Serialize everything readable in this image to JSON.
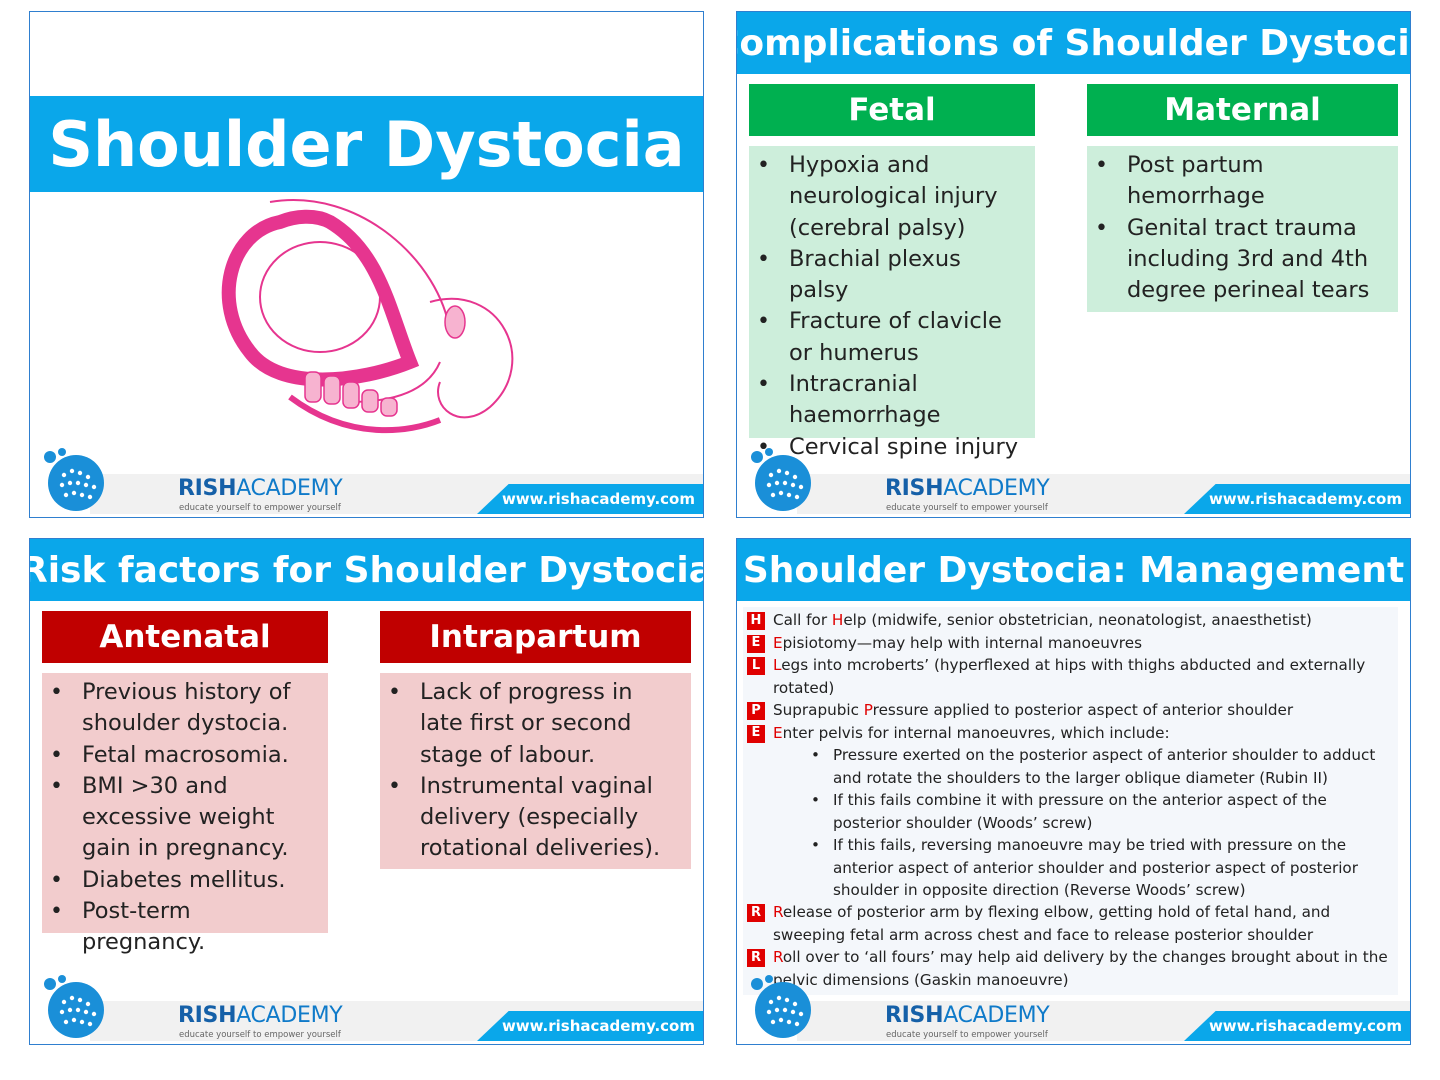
{
  "brand": {
    "name_bold": "RISH",
    "name_light": "ACADEMY",
    "tagline": "educate yourself to empower yourself",
    "url": "www.rishacademy.com"
  },
  "slide1": {
    "title": "Shoulder Dystocia"
  },
  "slide2": {
    "title": "Complications of Shoulder Dystocia",
    "fetal": {
      "heading": "Fetal",
      "items": [
        "Hypoxia and neurological injury (cerebral palsy)",
        "Brachial plexus palsy",
        "Fracture of clavicle or humerus",
        "Intracranial haemorrhage",
        "Cervical spine injury"
      ]
    },
    "maternal": {
      "heading": "Maternal",
      "items": [
        "Post partum hemorrhage",
        "Genital tract trauma including 3rd and 4th degree perineal tears"
      ]
    }
  },
  "slide3": {
    "title": "Risk factors for Shoulder Dystocia",
    "antenatal": {
      "heading": "Antenatal",
      "items": [
        "Previous history of shoulder dystocia.",
        "Fetal macrosomia.",
        "BMI >30 and excessive weight gain in pregnancy.",
        "Diabetes mellitus.",
        "Post-term pregnancy."
      ]
    },
    "intrapartum": {
      "heading": "Intrapartum",
      "items": [
        "Lack of progress in late first or second stage of labour.",
        "Instrumental vaginal delivery (especially rotational deliveries)."
      ]
    }
  },
  "slide4": {
    "title": "Shoulder Dystocia: Management",
    "steps": [
      {
        "letter": "H",
        "hl": "H",
        "pre": "Call for ",
        "post": "elp (midwife, senior obstetrician, neonatologist, anaesthetist)"
      },
      {
        "letter": "E",
        "hl": "E",
        "pre": "",
        "post": "pisiotomy—may help with internal manoeuvres"
      },
      {
        "letter": "L",
        "hl": "L",
        "pre": "",
        "post": "egs into mcroberts’ (hyperflexed at hips with thighs abducted and externally rotated)"
      },
      {
        "letter": "P",
        "hl": "P",
        "pre": "Suprapubic ",
        "post": "ressure applied to posterior aspect of anterior shoulder"
      },
      {
        "letter": "E",
        "hl": "E",
        "pre": "",
        "post": "nter pelvis for internal manoeuvres, which include:"
      },
      {
        "letter": "R",
        "hl": "R",
        "pre": "",
        "post": "elease of posterior arm by flexing elbow, getting hold of fetal hand, and sweeping fetal arm across chest and face to release posterior shoulder"
      },
      {
        "letter": "R",
        "hl": "R",
        "pre": "",
        "post": "oll over to ‘all fours’ may help aid delivery by the changes brought about in the pelvic dimensions (Gaskin manoeuvre)"
      }
    ],
    "subitems": [
      "Pressure exerted on the posterior aspect of anterior shoulder to adduct and rotate the shoulders to the larger oblique diameter (Rubin II)",
      "If this fails combine it with pressure on the anterior aspect of the posterior shoulder (Woods’ screw)",
      "If this fails, reversing manoeuvre may be tried with pressure on the anterior aspect of anterior shoulder and posterior aspect of posterior shoulder in opposite direction (Reverse Woods’ screw)"
    ]
  }
}
